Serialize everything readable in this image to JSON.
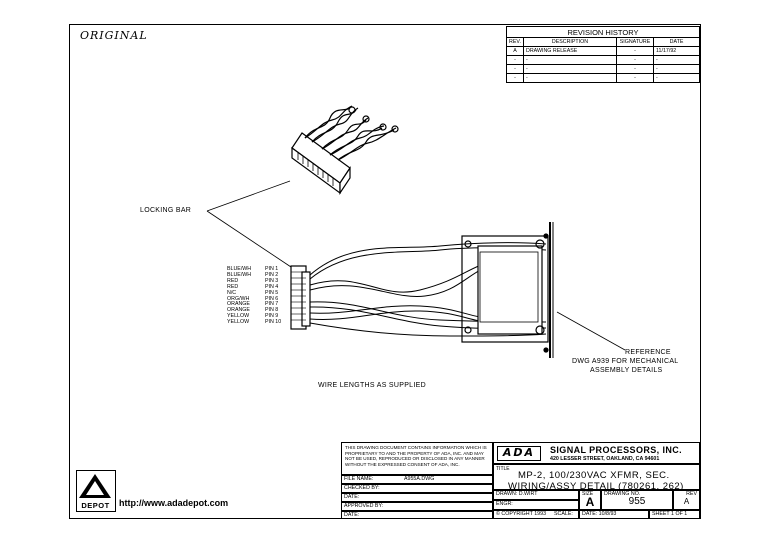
{
  "handwritten_note": "ORIGINAL",
  "revision_history": {
    "title": "REVISION HISTORY",
    "columns": [
      "REV.",
      "DESCRIPTION",
      "SIGNATURE",
      "DATE"
    ],
    "rows": [
      [
        "A",
        "DRAWING RELEASE",
        "-",
        "11/17/92"
      ],
      [
        "-",
        "-",
        "-",
        "-"
      ],
      [
        "-",
        "-",
        "-",
        "-"
      ],
      [
        "-",
        "-",
        "-",
        "-"
      ]
    ]
  },
  "callouts": {
    "locking_bar": "LOCKING BAR",
    "reference_line1": "REFERENCE",
    "reference_line2": "DWG A939 FOR MECHANICAL",
    "reference_line3": "ASSEMBLY DETAILS",
    "wire_lengths": "WIRE LENGTHS AS SUPPLIED"
  },
  "pins": [
    {
      "color": "BLUE/WH",
      "pin": "PIN 1"
    },
    {
      "color": "BLUE/WH",
      "pin": "PIN 2"
    },
    {
      "color": "RED",
      "pin": "PIN 3"
    },
    {
      "color": "RED",
      "pin": "PIN 4"
    },
    {
      "color": "N/C",
      "pin": "PIN 5"
    },
    {
      "color": "ORG/WH",
      "pin": "PIN 6"
    },
    {
      "color": "ORANGE",
      "pin": "PIN 7"
    },
    {
      "color": "ORANGE",
      "pin": "PIN 8"
    },
    {
      "color": "YELLOW",
      "pin": "PIN 9"
    },
    {
      "color": "YELLOW",
      "pin": "PIN 10"
    }
  ],
  "title_block": {
    "notice": "THIS DRAWING DOCUMENT CONTAINS INFORMATION WHICH IS PROPRIETARY TO AND THE PROPERTY OF ADA, INC. AND MAY NOT BE USED, REPRODUCED OR DISCLOSED IN ANY MANNER WITHOUT THE EXPRESSED CONSENT OF ADA, INC.",
    "file_name_label": "FILE NAME:",
    "file_name": "A955A.DWG",
    "checked_by": "CHECKED BY:",
    "date1": "DATE:",
    "approved_by": "APPROVED BY:",
    "date2": "DATE:",
    "logo_text": "ADA",
    "company": "SIGNAL PROCESSORS, INC.",
    "address": "420 LESSER STREET, OAKLAND, CA 94601",
    "title_label": "TITLE",
    "title_line1": "MP-2, 100/230VAC XFMR, SEC.",
    "title_line2": "WIRING/ASSY DETAIL (780261, 262)",
    "drawn": "DRAWN: D.WIRT",
    "engr": "ENGR:",
    "copyright": "© COPYRIGHT 1993",
    "scale": "SCALE:",
    "size_label": "SIZE",
    "size": "A",
    "drawing_no_label": "DRAWING NO.",
    "drawing_no": "955",
    "rev_label": "REV",
    "rev": "A",
    "date_label": "DATE: 10/8/93",
    "sheet": "SHEET 1 OF 1"
  },
  "footer": {
    "depot_logo": "DEPOT",
    "url": "http://www.adadepot.com"
  }
}
